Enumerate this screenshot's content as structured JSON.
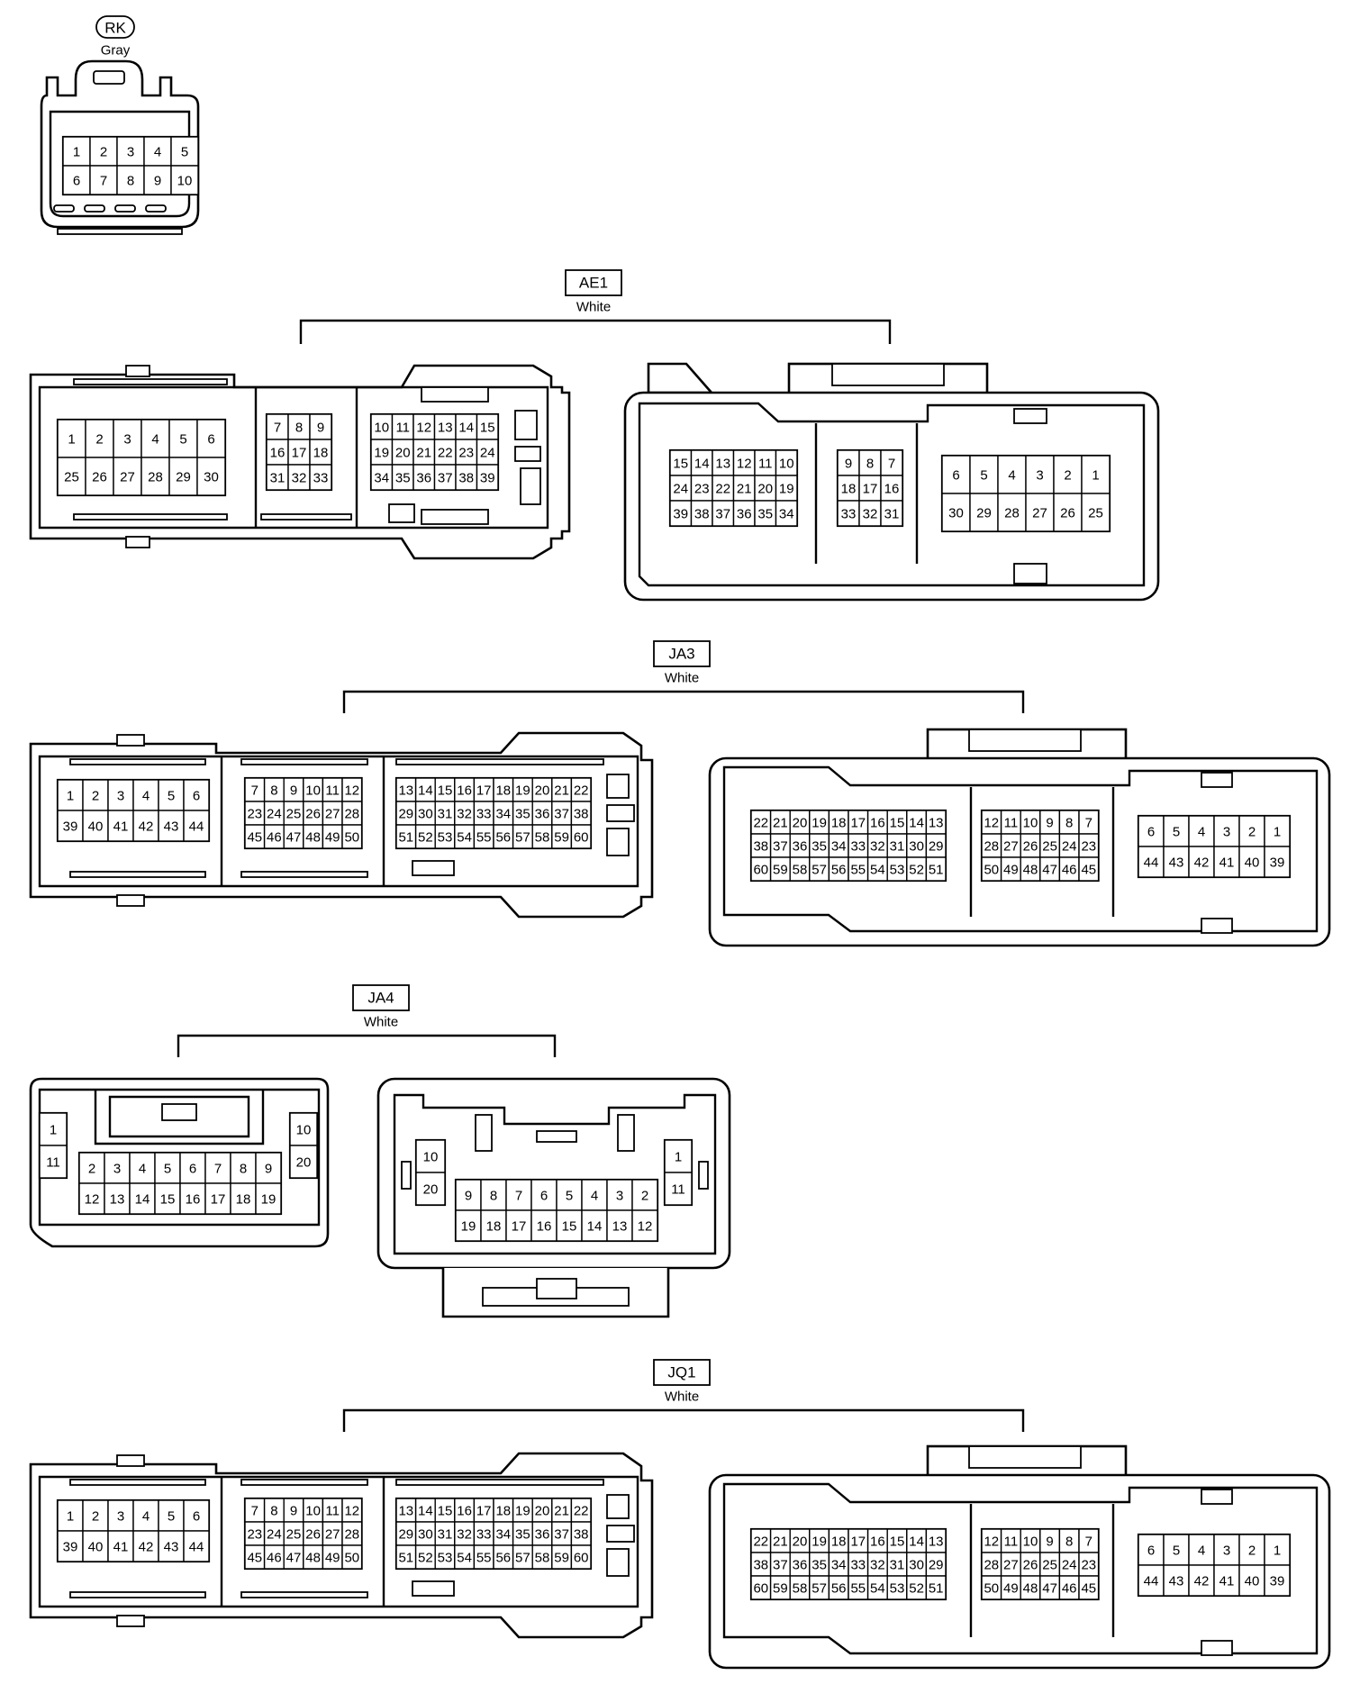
{
  "connectors": [
    {
      "code": "RK",
      "color": "Gray"
    },
    {
      "code": "AE1",
      "color": "White"
    },
    {
      "code": "JA3",
      "color": "White"
    },
    {
      "code": "JA4",
      "color": "White"
    },
    {
      "code": "JQ1",
      "color": "White"
    }
  ],
  "rk_pins": [
    [
      1,
      2,
      3,
      4,
      5
    ],
    [
      6,
      7,
      8,
      9,
      10
    ]
  ],
  "ae1_male": [
    [
      [
        1,
        2,
        3,
        4,
        5,
        6
      ],
      [
        25,
        26,
        27,
        28,
        29,
        30
      ]
    ],
    [
      [
        7,
        8,
        9
      ],
      [
        16,
        17,
        18
      ],
      [
        31,
        32,
        33
      ]
    ],
    [
      [
        10,
        11,
        12,
        13,
        14,
        15
      ],
      [
        19,
        20,
        21,
        22,
        23,
        24
      ],
      [
        34,
        35,
        36,
        37,
        38,
        39
      ]
    ]
  ],
  "ae1_female": [
    [
      [
        15,
        14,
        13,
        12,
        11,
        10
      ],
      [
        24,
        23,
        22,
        21,
        20,
        19
      ],
      [
        39,
        38,
        37,
        36,
        35,
        34
      ]
    ],
    [
      [
        9,
        8,
        7
      ],
      [
        18,
        17,
        16
      ],
      [
        33,
        32,
        31
      ]
    ],
    [
      [
        6,
        5,
        4,
        3,
        2,
        1
      ],
      [
        30,
        29,
        28,
        27,
        26,
        25
      ]
    ]
  ],
  "ja3_male": [
    [
      [
        1,
        2,
        3,
        4,
        5,
        6
      ],
      [
        39,
        40,
        41,
        42,
        43,
        44
      ]
    ],
    [
      [
        7,
        8,
        9,
        10,
        11,
        12
      ],
      [
        23,
        24,
        25,
        26,
        27,
        28
      ],
      [
        45,
        46,
        47,
        48,
        49,
        50
      ]
    ],
    [
      [
        13,
        14,
        15,
        16,
        17,
        18,
        19,
        20,
        21,
        22
      ],
      [
        29,
        30,
        31,
        32,
        33,
        34,
        35,
        36,
        37,
        38
      ],
      [
        51,
        52,
        53,
        54,
        55,
        56,
        57,
        58,
        59,
        60
      ]
    ]
  ],
  "ja3_female": [
    [
      [
        22,
        21,
        20,
        19,
        18,
        17,
        16,
        15,
        14,
        13
      ],
      [
        38,
        37,
        36,
        35,
        34,
        33,
        32,
        31,
        30,
        29
      ],
      [
        60,
        59,
        58,
        57,
        56,
        55,
        54,
        53,
        52,
        51
      ]
    ],
    [
      [
        12,
        11,
        10,
        9,
        8,
        7
      ],
      [
        28,
        27,
        26,
        25,
        24,
        23
      ],
      [
        50,
        49,
        48,
        47,
        46,
        45
      ]
    ],
    [
      [
        6,
        5,
        4,
        3,
        2,
        1
      ],
      [
        44,
        43,
        42,
        41,
        40,
        39
      ]
    ]
  ],
  "ja4_male": {
    "left": [
      [
        1
      ],
      [
        11
      ]
    ],
    "center": [
      [
        2,
        3,
        4,
        5,
        6,
        7,
        8,
        9
      ],
      [
        12,
        13,
        14,
        15,
        16,
        17,
        18,
        19
      ]
    ],
    "right": [
      [
        10
      ],
      [
        20
      ]
    ]
  },
  "ja4_female": {
    "left": [
      [
        10
      ],
      [
        20
      ]
    ],
    "center": [
      [
        9,
        8,
        7,
        6,
        5,
        4,
        3,
        2
      ],
      [
        19,
        18,
        17,
        16,
        15,
        14,
        13,
        12
      ]
    ],
    "right": [
      [
        1
      ],
      [
        11
      ]
    ]
  },
  "jq1_male": [
    [
      [
        1,
        2,
        3,
        4,
        5,
        6
      ],
      [
        39,
        40,
        41,
        42,
        43,
        44
      ]
    ],
    [
      [
        7,
        8,
        9,
        10,
        11,
        12
      ],
      [
        23,
        24,
        25,
        26,
        27,
        28
      ],
      [
        45,
        46,
        47,
        48,
        49,
        50
      ]
    ],
    [
      [
        13,
        14,
        15,
        16,
        17,
        18,
        19,
        20,
        21,
        22
      ],
      [
        29,
        30,
        31,
        32,
        33,
        34,
        35,
        36,
        37,
        38
      ],
      [
        51,
        52,
        53,
        54,
        55,
        56,
        57,
        58,
        59,
        60
      ]
    ]
  ],
  "jq1_female": [
    [
      [
        22,
        21,
        20,
        19,
        18,
        17,
        16,
        15,
        14,
        13
      ],
      [
        38,
        37,
        36,
        35,
        34,
        33,
        32,
        31,
        30,
        29
      ],
      [
        60,
        59,
        58,
        57,
        56,
        55,
        54,
        53,
        52,
        51
      ]
    ],
    [
      [
        12,
        11,
        10,
        9,
        8,
        7
      ],
      [
        28,
        27,
        26,
        25,
        24,
        23
      ],
      [
        50,
        49,
        48,
        47,
        46,
        45
      ]
    ],
    [
      [
        6,
        5,
        4,
        3,
        2,
        1
      ],
      [
        44,
        43,
        42,
        41,
        40,
        39
      ]
    ]
  ]
}
